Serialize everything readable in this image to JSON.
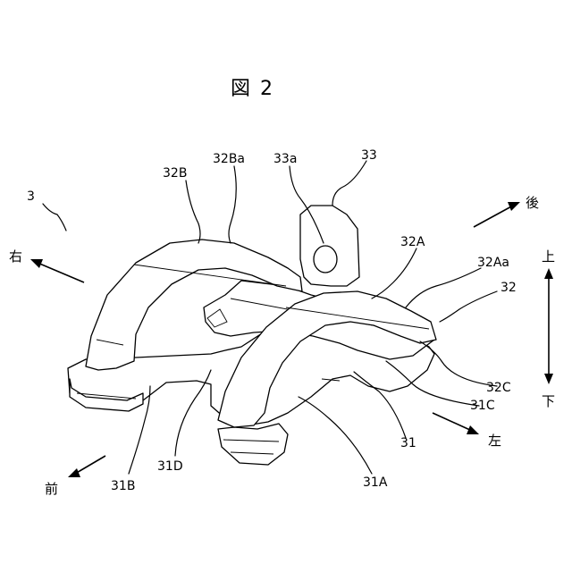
{
  "figure_title": "図 2",
  "labels": {
    "assembly": "3",
    "l_32B": "32B",
    "l_32Ba": "32Ba",
    "l_33a": "33a",
    "l_33": "33",
    "l_32A": "32A",
    "l_32Aa": "32Aa",
    "l_32": "32",
    "l_32C": "32C",
    "l_31C": "31C",
    "l_31": "31",
    "l_31A": "31A",
    "l_31D": "31D",
    "l_31B": "31B"
  },
  "directions": {
    "right": "右",
    "rear": "後",
    "up": "上",
    "down": "下",
    "left": "左",
    "front": "前"
  }
}
